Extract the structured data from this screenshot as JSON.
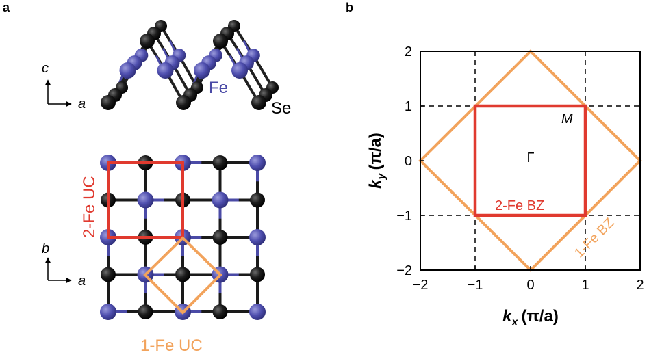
{
  "panel_a": {
    "letter": "a",
    "side_view": {
      "axis_vertical": "c",
      "axis_horizontal": "a",
      "label_fe": "Fe",
      "label_se": "Se"
    },
    "top_view": {
      "axis_vertical": "b",
      "axis_horizontal": "a",
      "label_two_fe_uc": "2-Fe UC",
      "label_one_fe_uc": "1-Fe UC"
    }
  },
  "panel_b": {
    "letter": "b",
    "x_tick_labels": [
      "−2",
      "−1",
      "0",
      "1",
      "2"
    ],
    "y_tick_labels": [
      "2",
      "1",
      "0",
      "−1",
      "−2"
    ],
    "label_m": "M",
    "label_gamma": "Γ",
    "label_two_fe_bz": "2-Fe BZ",
    "label_one_fe_bz": "1-Fe BZ",
    "x_axis": {
      "symbol": "k",
      "subscript": "x",
      "unit": "(π/a)"
    },
    "y_axis": {
      "symbol": "k",
      "subscript": "y",
      "unit": "(π/a)"
    }
  },
  "colors": {
    "fe_atom": "#4a4aa6",
    "se_atom": "#111111",
    "two_fe": "#e03a2f",
    "one_fe": "#f2a35c",
    "fe_text": "#4a4aa6"
  }
}
